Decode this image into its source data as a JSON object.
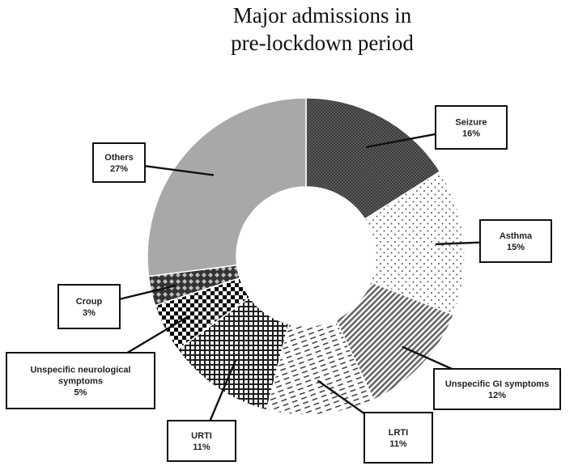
{
  "chart_data": {
    "type": "pie",
    "title_lines": [
      "Major admissions in",
      "pre-lockdown period"
    ],
    "slices": [
      {
        "label": "Seizure",
        "value": 16,
        "pct": "16%",
        "pattern": "dots-dark"
      },
      {
        "label": "Asthma",
        "value": 15,
        "pct": "15%",
        "pattern": "dots-light"
      },
      {
        "label": "Unspecific GI symptoms",
        "value": 12,
        "pct": "12%",
        "pattern": "diag-stripes"
      },
      {
        "label": "LRTI",
        "value": 11,
        "pct": "11%",
        "pattern": "dashes"
      },
      {
        "label": "URTI",
        "value": 11,
        "pct": "11%",
        "pattern": "grid"
      },
      {
        "label": "Unspecific neurological symptoms",
        "value": 5,
        "pct": "5%",
        "pattern": "checker"
      },
      {
        "label": "Croup",
        "value": 3,
        "pct": "3%",
        "pattern": "diamonds"
      },
      {
        "label": "Others",
        "value": 27,
        "pct": "27%",
        "pattern": "solid-gray"
      }
    ],
    "donut": true,
    "start_angle": "12 o'clock",
    "direction": "clockwise"
  }
}
